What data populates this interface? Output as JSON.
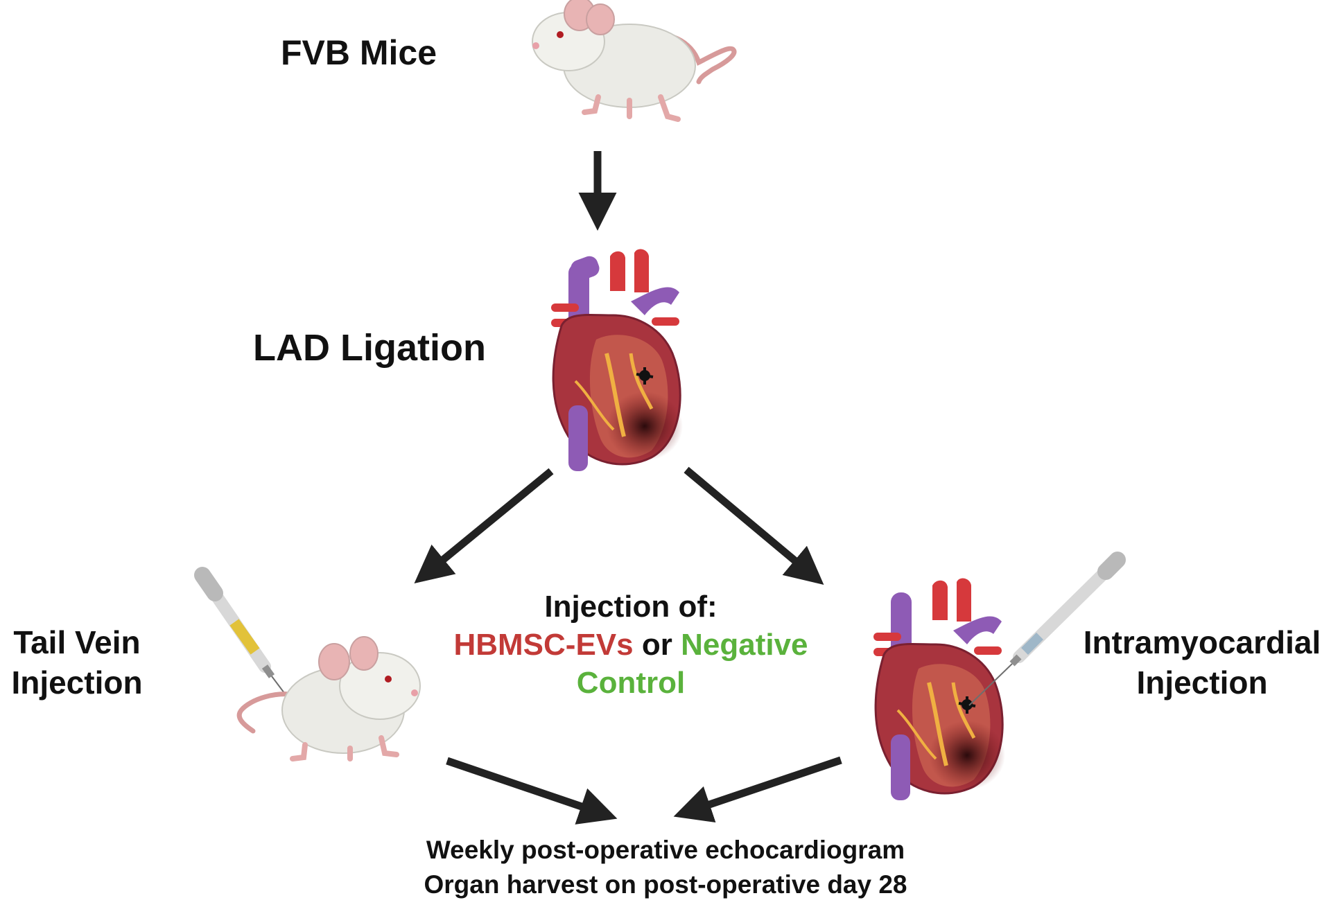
{
  "labels": {
    "fvb_mice": "FVB Mice",
    "lad_ligation": "LAD Ligation",
    "tail_vein_line1": "Tail Vein",
    "tail_vein_line2": "Injection",
    "intramyo_line1": "Intramyocardial",
    "intramyo_line2": "Injection",
    "injection_of": "Injection of:",
    "hbmsc_evs": "HBMSC-EVs",
    "or_word": "or",
    "negative": "Negative",
    "control": "Control",
    "footer_line1": "Weekly post-operative echocardiogram",
    "footer_line2": "Organ harvest on post-operative day 28"
  },
  "icons": {
    "mouse_top": "mouse-icon",
    "heart_center": "heart-icon",
    "mouse_left": "mouse-icon",
    "syringe_left": "syringe-icon",
    "heart_right": "heart-icon",
    "syringe_right": "syringe-icon"
  },
  "colors": {
    "text": "#111111",
    "hbmsc": "#c23a37",
    "negative_control": "#5ab23c",
    "arrow": "#222222"
  }
}
